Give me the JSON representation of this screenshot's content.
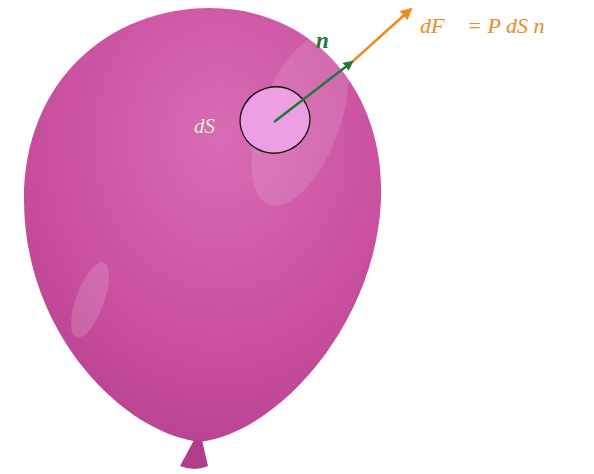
{
  "diagram": {
    "labels": [
      "dS",
      "n⃗",
      "dF⃗ = P dS n⃗"
    ]
  }
}
